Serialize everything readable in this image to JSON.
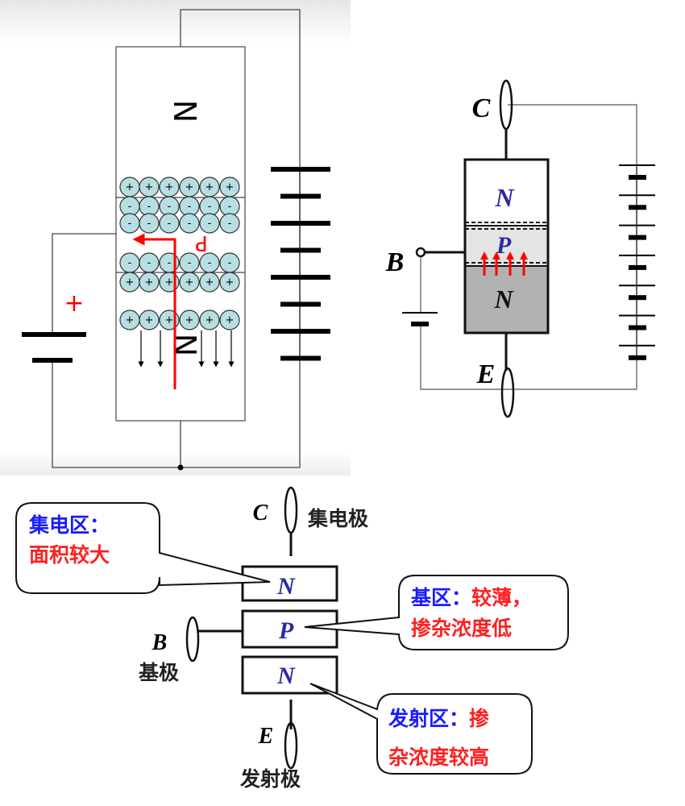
{
  "panel1": {
    "n_top": "N",
    "n_bottom": "N",
    "p_label": "P",
    "plus_sign": "+",
    "ion_positive": "+",
    "ion_negative": "-",
    "colors": {
      "ion_fill": "#b7dfe3",
      "current": "#ff0000"
    }
  },
  "panel2": {
    "collector": "C",
    "base": "B",
    "emitter": "E",
    "n_top": "N",
    "p_mid": "P",
    "n_bottom": "N",
    "colors": {
      "region_label": "#2b2ba0",
      "arrows": "#ff0000"
    }
  },
  "panel3": {
    "collector": "C",
    "collector_name": "集电极",
    "base": "B",
    "base_name": "基极",
    "emitter": "E",
    "emitter_name": "发射极",
    "region_n_top": "N",
    "region_p": "P",
    "region_n_bottom": "N",
    "callouts": [
      {
        "title": "集电区：",
        "line1_rest": "",
        "line2": "面积较大"
      },
      {
        "title": "基区：",
        "line1_rest": "较薄，",
        "line2": "掺杂浓度低"
      },
      {
        "title": "发射区：",
        "line1_rest": "掺",
        "line2": "杂浓度较高"
      }
    ],
    "colors": {
      "title": "#1a1aff",
      "desc": "#ff2020"
    }
  }
}
